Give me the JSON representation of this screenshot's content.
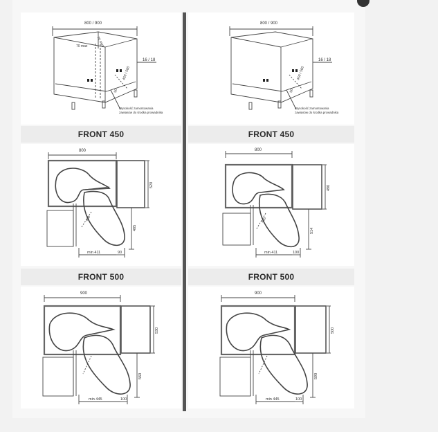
{
  "left": {
    "cabinet": {
      "width_dim": "800 / 900",
      "height_dim": "16 / 18",
      "depth_dim": "70 max",
      "depth_dim2": "70 max",
      "note_line1": "Wysokość zamontowania",
      "note_line2": "zawiasów do środka prowadnika",
      "side_dim": "450 / 500",
      "small_dim": "50"
    },
    "front450": {
      "label": "FRONT 450",
      "width_dim": "800",
      "right_dim": "520",
      "lower_dim": "485",
      "min_dim": "min 411",
      "offset_dim": "90",
      "diag_dim": "400"
    },
    "front500": {
      "label": "FRONT 500",
      "width_dim": "900",
      "right_dim": "530",
      "lower_dim": "560",
      "min_dim": "min 445",
      "offset_dim": "100"
    }
  },
  "right": {
    "cabinet": {
      "width_dim": "800 / 900",
      "height_dim": "16 / 18",
      "note_line1": "Wysokość zamontowania",
      "note_line2": "zawiasów do środka prowadnika",
      "side_dim": "450 / 500",
      "small_dim": "50"
    },
    "front450": {
      "label": "FRONT 450",
      "width_dim": "800",
      "right_dim": "490",
      "lower_dim": "514",
      "min_dim": "min 411",
      "offset_dim": "100",
      "diag_dim": "400"
    },
    "front500": {
      "label": "FRONT 500",
      "width_dim": "900",
      "right_dim": "500",
      "lower_dim": "590",
      "min_dim": "min 445",
      "offset_dim": "100"
    }
  }
}
